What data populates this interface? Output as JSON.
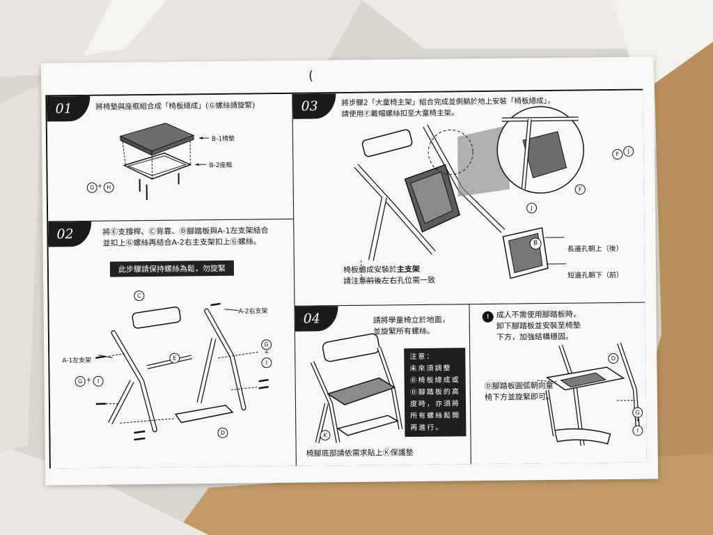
{
  "sheet": {
    "header_mark": "("
  },
  "step1": {
    "number": "01",
    "text": "將椅墊與座框組合成「椅板總成」(Ⓖ螺絲請旋緊)",
    "label_b1": "B-1椅墊",
    "label_b2": "B-2座框",
    "fastener_g": "G",
    "fastener_plus": "+",
    "fastener_h": "H"
  },
  "step2": {
    "number": "02",
    "line1": "將Ⓔ支撐桿、Ⓒ背靠、Ⓓ腳踏板與A-1左支架結合",
    "line2": "並扣上Ⓖ螺絲再結合A-2右主支架扣上Ⓖ螺絲。",
    "banner": "此步驟請保持螺絲為鬆，勿旋緊",
    "label_a1": "A-1左支架",
    "label_a2": "A-2右支架",
    "part_c": "C",
    "part_e": "E",
    "part_d": "D",
    "fastener_g": "G",
    "fastener_plus": "+",
    "fastener_i": "I"
  },
  "step3": {
    "number": "03",
    "line1": "將步驟2「大童椅主架」組合完成並側躺於地上安裝「椅板總成」，",
    "line2": "請使用Ⓕ戴帽螺絲扣至大童椅主架。",
    "caption_line1_prefix": "椅板總成安裝於",
    "caption_line1_bold": "主支架",
    "caption_line2": "請注意前後左右孔位需一致",
    "label_long": "長邊孔朝上（後）",
    "label_short": "短邊孔朝下（前）",
    "part_b": "B",
    "part_f": "F",
    "part_j": "J"
  },
  "step4": {
    "number": "04",
    "line1": "請將學童椅立於地面，",
    "line2": "並旋緊所有螺絲。",
    "note_title": "注意：",
    "note_lines": [
      "未來須調整",
      "Ⓑ椅板總成或",
      "Ⓓ腳踏板的高",
      "度時，亦須將",
      "所有螺絲鬆開",
      "再進行。"
    ],
    "part_k": "K",
    "footer": "椅腳底部請依需求貼上Ⓚ保護墊"
  },
  "step5": {
    "warning_icon": "!",
    "line1": "成人不需使用腳踏板時，",
    "line2": "卸下腳踏板並安裝至椅墊",
    "line3": "下方，加強結構穩固。",
    "part_d": "D",
    "desc_line1": "Ⓓ腳踏板圓弧朝向童",
    "desc_line2": "椅下方並旋緊即可。",
    "fastener_g": "G",
    "fastener_plus": "+",
    "fastener_i": "I"
  }
}
